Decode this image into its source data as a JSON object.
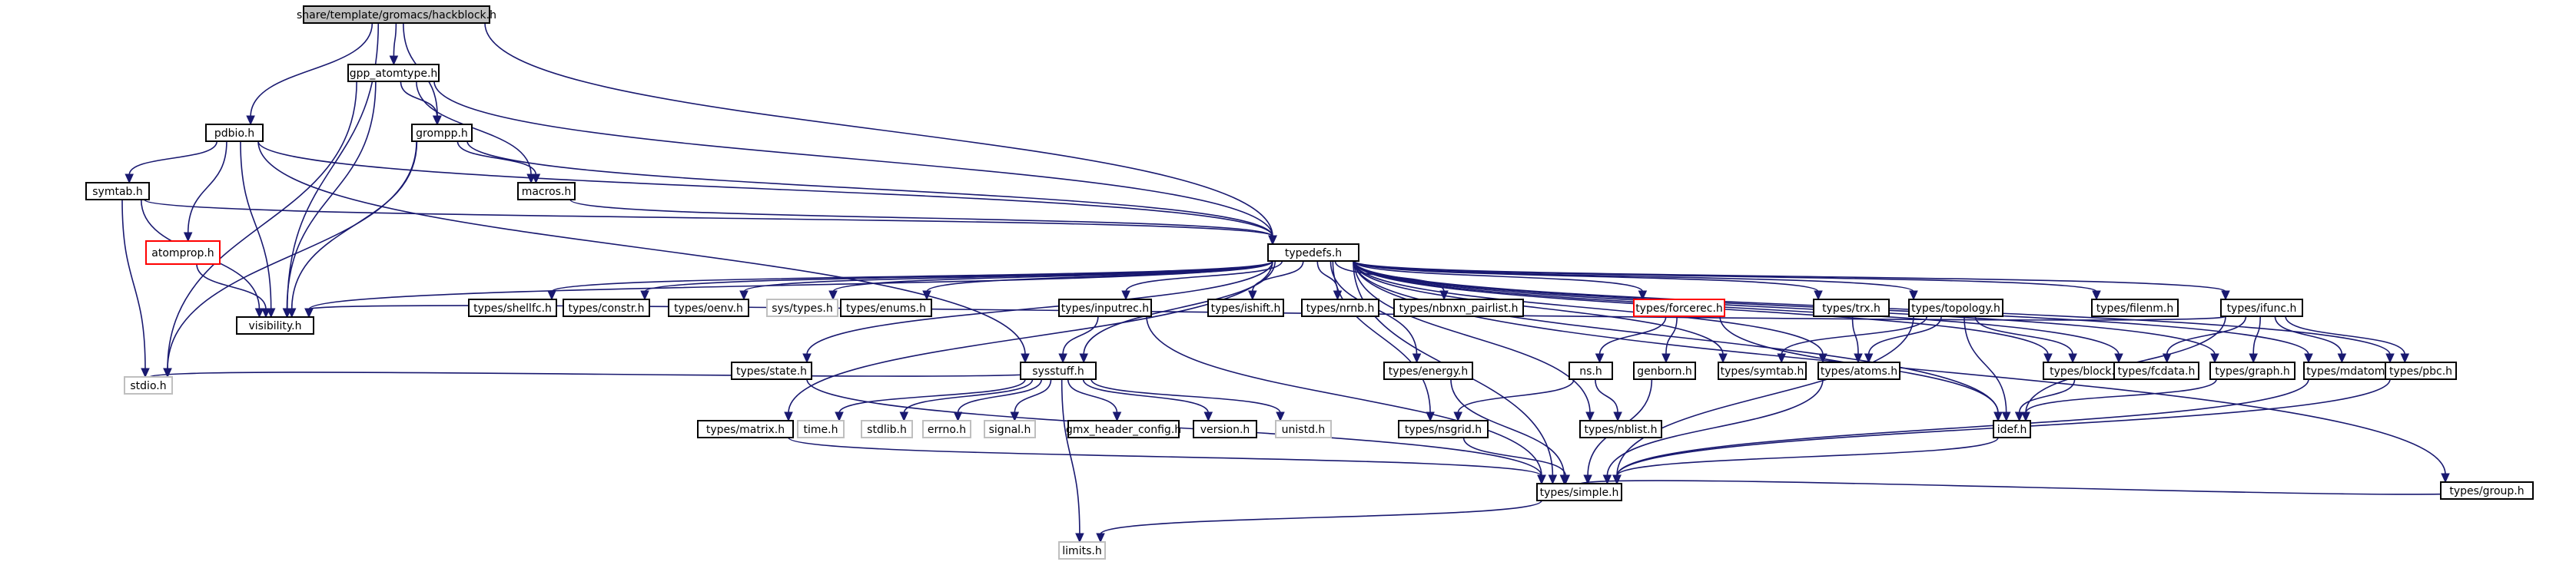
{
  "diagram": {
    "edge_color": "#191970",
    "root_fill": "#bfbfbf",
    "missing_color": "#bfbfbf",
    "truncated_color": "#ff0000",
    "nodes": [
      {
        "id": "root",
        "label": "share/template/gromacs/hackblock.h",
        "kind": "root"
      },
      {
        "id": "gpp",
        "label": "gpp_atomtype.h",
        "kind": "normal"
      },
      {
        "id": "pdbio",
        "label": "pdbio.h",
        "kind": "normal"
      },
      {
        "id": "grompp",
        "label": "grompp.h",
        "kind": "normal"
      },
      {
        "id": "macros",
        "label": "macros.h",
        "kind": "normal"
      },
      {
        "id": "symtab",
        "label": "symtab.h",
        "kind": "normal"
      },
      {
        "id": "atomprop",
        "label": "atomprop.h",
        "kind": "truncated"
      },
      {
        "id": "typedefs",
        "label": "typedefs.h",
        "kind": "normal"
      },
      {
        "id": "visibility",
        "label": "visibility.h",
        "kind": "normal"
      },
      {
        "id": "stdio",
        "label": "stdio.h",
        "kind": "missing"
      },
      {
        "id": "shellfc",
        "label": "types/shellfc.h",
        "kind": "normal"
      },
      {
        "id": "constr",
        "label": "types/constr.h",
        "kind": "normal"
      },
      {
        "id": "oenv",
        "label": "types/oenv.h",
        "kind": "normal"
      },
      {
        "id": "systypes",
        "label": "sys/types.h",
        "kind": "missing"
      },
      {
        "id": "enums",
        "label": "types/enums.h",
        "kind": "normal"
      },
      {
        "id": "inputrec",
        "label": "types/inputrec.h",
        "kind": "normal"
      },
      {
        "id": "ishift",
        "label": "types/ishift.h",
        "kind": "normal"
      },
      {
        "id": "nrnb",
        "label": "types/nrnb.h",
        "kind": "normal"
      },
      {
        "id": "nbnxn",
        "label": "types/nbnxn_pairlist.h",
        "kind": "normal"
      },
      {
        "id": "forcerec",
        "label": "types/forcerec.h",
        "kind": "truncated"
      },
      {
        "id": "trx",
        "label": "types/trx.h",
        "kind": "normal"
      },
      {
        "id": "topology",
        "label": "types/topology.h",
        "kind": "normal"
      },
      {
        "id": "filenm",
        "label": "types/filenm.h",
        "kind": "normal"
      },
      {
        "id": "ifunc",
        "label": "types/ifunc.h",
        "kind": "normal"
      },
      {
        "id": "state",
        "label": "types/state.h",
        "kind": "normal"
      },
      {
        "id": "sysstuff",
        "label": "sysstuff.h",
        "kind": "normal"
      },
      {
        "id": "energy",
        "label": "types/energy.h",
        "kind": "normal"
      },
      {
        "id": "ns",
        "label": "ns.h",
        "kind": "normal"
      },
      {
        "id": "genborn",
        "label": "genborn.h",
        "kind": "normal"
      },
      {
        "id": "symtabt",
        "label": "types/symtab.h",
        "kind": "normal"
      },
      {
        "id": "atoms",
        "label": "types/atoms.h",
        "kind": "normal"
      },
      {
        "id": "block",
        "label": "types/block.h",
        "kind": "normal"
      },
      {
        "id": "fcdata",
        "label": "types/fcdata.h",
        "kind": "normal"
      },
      {
        "id": "graph",
        "label": "types/graph.h",
        "kind": "normal"
      },
      {
        "id": "mdatom",
        "label": "types/mdatom.h",
        "kind": "normal"
      },
      {
        "id": "pbc",
        "label": "types/pbc.h",
        "kind": "normal"
      },
      {
        "id": "matrix",
        "label": "types/matrix.h",
        "kind": "normal"
      },
      {
        "id": "timeh",
        "label": "time.h",
        "kind": "missing"
      },
      {
        "id": "stdlib",
        "label": "stdlib.h",
        "kind": "missing"
      },
      {
        "id": "errno",
        "label": "errno.h",
        "kind": "missing"
      },
      {
        "id": "signal",
        "label": "signal.h",
        "kind": "missing"
      },
      {
        "id": "gmxcfg",
        "label": "gmx_header_config.h",
        "kind": "normal"
      },
      {
        "id": "version",
        "label": "version.h",
        "kind": "normal"
      },
      {
        "id": "unistd",
        "label": "unistd.h",
        "kind": "missing"
      },
      {
        "id": "nsgrid",
        "label": "types/nsgrid.h",
        "kind": "normal"
      },
      {
        "id": "nblist",
        "label": "types/nblist.h",
        "kind": "normal"
      },
      {
        "id": "idef",
        "label": "idef.h",
        "kind": "normal"
      },
      {
        "id": "group",
        "label": "types/group.h",
        "kind": "normal"
      },
      {
        "id": "simple",
        "label": "types/simple.h",
        "kind": "normal"
      },
      {
        "id": "limits",
        "label": "limits.h",
        "kind": "missing"
      }
    ],
    "edges": [
      [
        "root",
        "gpp"
      ],
      [
        "root",
        "pdbio"
      ],
      [
        "root",
        "grompp"
      ],
      [
        "root",
        "typedefs"
      ],
      [
        "root",
        "visibility"
      ],
      [
        "gpp",
        "grompp"
      ],
      [
        "gpp",
        "macros"
      ],
      [
        "gpp",
        "typedefs"
      ],
      [
        "gpp",
        "visibility"
      ],
      [
        "gpp",
        "stdio"
      ],
      [
        "pdbio",
        "symtab"
      ],
      [
        "pdbio",
        "atomprop"
      ],
      [
        "pdbio",
        "typedefs"
      ],
      [
        "pdbio",
        "visibility"
      ],
      [
        "pdbio",
        "sysstuff"
      ],
      [
        "grompp",
        "macros"
      ],
      [
        "grompp",
        "typedefs"
      ],
      [
        "grompp",
        "visibility"
      ],
      [
        "grompp",
        "stdio"
      ],
      [
        "macros",
        "typedefs"
      ],
      [
        "symtab",
        "typedefs"
      ],
      [
        "symtab",
        "visibility"
      ],
      [
        "symtab",
        "stdio"
      ],
      [
        "atomprop",
        "visibility"
      ],
      [
        "typedefs",
        "visibility"
      ],
      [
        "typedefs",
        "shellfc"
      ],
      [
        "typedefs",
        "constr"
      ],
      [
        "typedefs",
        "oenv"
      ],
      [
        "typedefs",
        "systypes"
      ],
      [
        "typedefs",
        "enums"
      ],
      [
        "typedefs",
        "inputrec"
      ],
      [
        "typedefs",
        "ishift"
      ],
      [
        "typedefs",
        "nrnb"
      ],
      [
        "typedefs",
        "nbnxn"
      ],
      [
        "typedefs",
        "forcerec"
      ],
      [
        "typedefs",
        "trx"
      ],
      [
        "typedefs",
        "topology"
      ],
      [
        "typedefs",
        "filenm"
      ],
      [
        "typedefs",
        "ifunc"
      ],
      [
        "typedefs",
        "state"
      ],
      [
        "typedefs",
        "sysstuff"
      ],
      [
        "typedefs",
        "energy"
      ],
      [
        "typedefs",
        "symtabt"
      ],
      [
        "typedefs",
        "atoms"
      ],
      [
        "typedefs",
        "block"
      ],
      [
        "typedefs",
        "fcdata"
      ],
      [
        "typedefs",
        "graph"
      ],
      [
        "typedefs",
        "mdatom"
      ],
      [
        "typedefs",
        "pbc"
      ],
      [
        "typedefs",
        "matrix"
      ],
      [
        "typedefs",
        "nsgrid"
      ],
      [
        "typedefs",
        "nblist"
      ],
      [
        "typedefs",
        "idef"
      ],
      [
        "typedefs",
        "group"
      ],
      [
        "typedefs",
        "simple"
      ],
      [
        "inputrec",
        "sysstuff"
      ],
      [
        "inputrec",
        "simple"
      ],
      [
        "forcerec",
        "ns"
      ],
      [
        "forcerec",
        "genborn"
      ],
      [
        "forcerec",
        "idef"
      ],
      [
        "trx",
        "atoms"
      ],
      [
        "topology",
        "symtabt"
      ],
      [
        "topology",
        "atoms"
      ],
      [
        "topology",
        "block"
      ],
      [
        "topology",
        "idef"
      ],
      [
        "topology",
        "simple"
      ],
      [
        "ifunc",
        "visibility"
      ],
      [
        "ifunc",
        "idef"
      ],
      [
        "ifunc",
        "fcdata"
      ],
      [
        "ifunc",
        "graph"
      ],
      [
        "ifunc",
        "mdatom"
      ],
      [
        "ifunc",
        "pbc"
      ],
      [
        "state",
        "simple"
      ],
      [
        "sysstuff",
        "stdio"
      ],
      [
        "sysstuff",
        "timeh"
      ],
      [
        "sysstuff",
        "stdlib"
      ],
      [
        "sysstuff",
        "errno"
      ],
      [
        "sysstuff",
        "signal"
      ],
      [
        "sysstuff",
        "gmxcfg"
      ],
      [
        "sysstuff",
        "version"
      ],
      [
        "sysstuff",
        "unistd"
      ],
      [
        "sysstuff",
        "limits"
      ],
      [
        "energy",
        "simple"
      ],
      [
        "ns",
        "nsgrid"
      ],
      [
        "ns",
        "nblist"
      ],
      [
        "genborn",
        "simple"
      ],
      [
        "atoms",
        "simple"
      ],
      [
        "block",
        "idef"
      ],
      [
        "graph",
        "idef"
      ],
      [
        "mdatom",
        "simple"
      ],
      [
        "pbc",
        "simple"
      ],
      [
        "matrix",
        "simple"
      ],
      [
        "nsgrid",
        "simple"
      ],
      [
        "idef",
        "simple"
      ],
      [
        "group",
        "simple"
      ],
      [
        "simple",
        "limits"
      ]
    ]
  }
}
